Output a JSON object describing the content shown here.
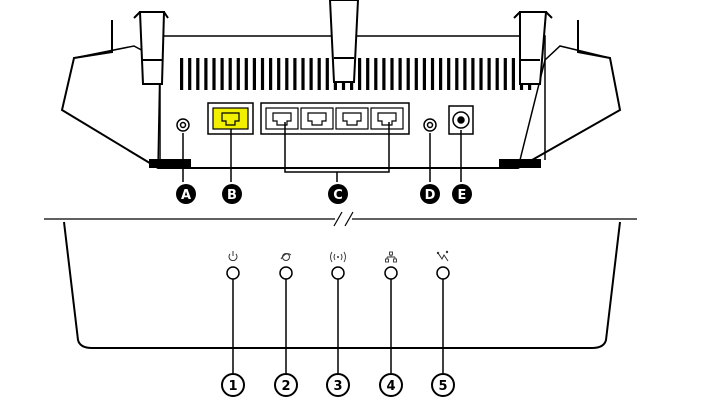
{
  "rear_panel": {
    "antenna_count": 3,
    "vent_color": "#000000",
    "lan_port_count": 4,
    "internet_port_color": "#f2ef00",
    "callouts": [
      {
        "id": "A",
        "label": "A"
      },
      {
        "id": "B",
        "label": "B"
      },
      {
        "id": "C",
        "label": "C"
      },
      {
        "id": "D",
        "label": "D"
      },
      {
        "id": "E",
        "label": "E"
      }
    ]
  },
  "front_panel": {
    "leds": [
      {
        "id": "1",
        "label": "1",
        "icon": "power-icon"
      },
      {
        "id": "2",
        "label": "2",
        "icon": "internet-globe-icon"
      },
      {
        "id": "3",
        "label": "3",
        "icon": "wifi-signal-icon"
      },
      {
        "id": "4",
        "label": "4",
        "icon": "ethernet-network-icon"
      },
      {
        "id": "5",
        "label": "5",
        "icon": "wps-icon"
      }
    ]
  }
}
